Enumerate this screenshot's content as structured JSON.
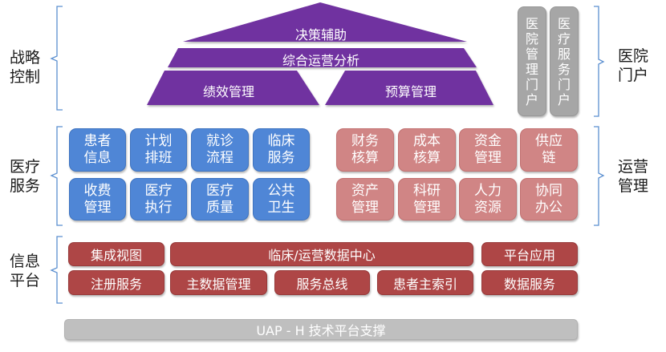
{
  "colors": {
    "strategy": "#7030a0",
    "medical": "#4f86d6",
    "operations": "#d08585",
    "info_platform": "#ae4646",
    "portal": "#a6a6a6",
    "uap": "#bfbfbf",
    "bracket": "#5b8fd0"
  },
  "side_labels": {
    "strategy": [
      "战略",
      "控制"
    ],
    "medical": [
      "医疗",
      "服务"
    ],
    "info": [
      "信息",
      "平台"
    ],
    "portal": [
      "医院",
      "门户"
    ],
    "operations": [
      "运营",
      "管理"
    ]
  },
  "pyramid": {
    "top": "决策辅助",
    "middle": "综合运营分析",
    "bottom_left": "绩效管理",
    "bottom_right": "预算管理"
  },
  "portals": [
    {
      "label_chars": [
        "医",
        "院",
        "管",
        "理",
        "门",
        "户"
      ]
    },
    {
      "label_chars": [
        "医",
        "疗",
        "服",
        "务",
        "门",
        "户"
      ]
    }
  ],
  "medical_services": [
    {
      "lines": [
        "患者",
        "信息"
      ]
    },
    {
      "lines": [
        "计划",
        "排班"
      ]
    },
    {
      "lines": [
        "就诊",
        "流程"
      ]
    },
    {
      "lines": [
        "临床",
        "服务"
      ]
    },
    {
      "lines": [
        "收费",
        "管理"
      ]
    },
    {
      "lines": [
        "医疗",
        "执行"
      ]
    },
    {
      "lines": [
        "医疗",
        "质量"
      ]
    },
    {
      "lines": [
        "公共",
        "卫生"
      ]
    }
  ],
  "operations_mgmt": [
    {
      "lines": [
        "财务",
        "核算"
      ]
    },
    {
      "lines": [
        "成本",
        "核算"
      ]
    },
    {
      "lines": [
        "资金",
        "管理"
      ]
    },
    {
      "lines": [
        "供应",
        "链"
      ]
    },
    {
      "lines": [
        "资产",
        "管理"
      ]
    },
    {
      "lines": [
        "科研",
        "管理"
      ]
    },
    {
      "lines": [
        "人力",
        "资源"
      ]
    },
    {
      "lines": [
        "协同",
        "办公"
      ]
    }
  ],
  "info_platform": {
    "integrated_view": "集成视图",
    "data_center": "临床/运营数据中心",
    "platform_apps": "平台应用",
    "registry_service": "注册服务",
    "master_data": "主数据管理",
    "service_bus": "服务总线",
    "empi": "患者主索引",
    "data_service": "数据服务"
  },
  "foundation": "UAP - H 技术平台支撑"
}
